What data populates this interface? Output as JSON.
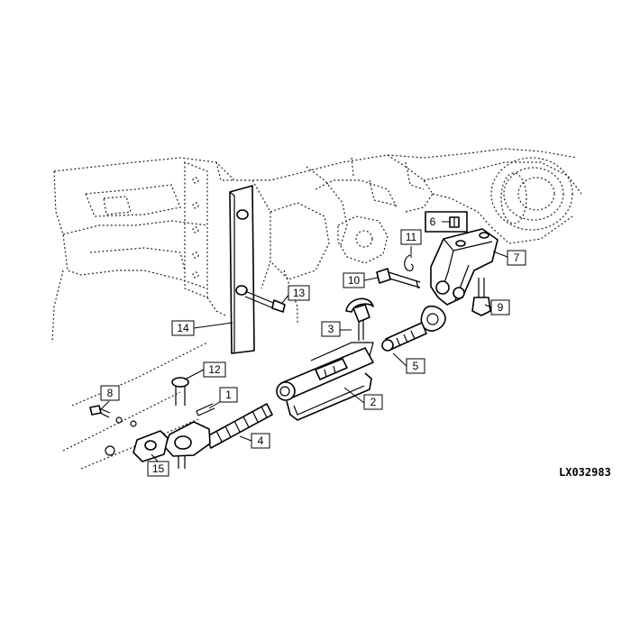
{
  "diagram": {
    "reference_code": "LX032983",
    "highlight_color": "#f2ea14",
    "callouts": [
      {
        "id": "c1",
        "label": "1"
      },
      {
        "id": "c2",
        "label": "2"
      },
      {
        "id": "c3",
        "label": "3"
      },
      {
        "id": "c4",
        "label": "4"
      },
      {
        "id": "c5",
        "label": "5"
      },
      {
        "id": "c6",
        "label": "6"
      },
      {
        "id": "c7",
        "label": "7"
      },
      {
        "id": "c8",
        "label": "8"
      },
      {
        "id": "c9",
        "label": "9"
      },
      {
        "id": "c10",
        "label": "10"
      },
      {
        "id": "c11",
        "label": "11"
      },
      {
        "id": "c12",
        "label": "12"
      },
      {
        "id": "c13",
        "label": "13"
      },
      {
        "id": "c14",
        "label": "14"
      },
      {
        "id": "c15",
        "label": "15"
      }
    ],
    "highlighted_part": "7"
  }
}
